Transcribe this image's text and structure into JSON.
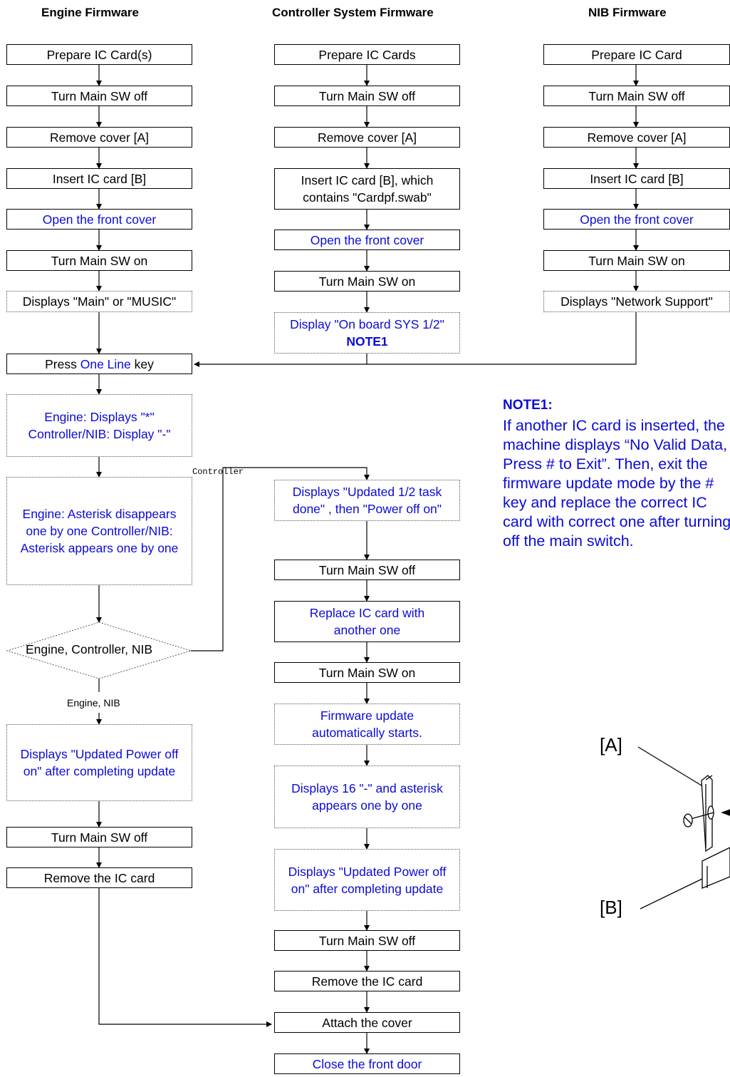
{
  "headers": {
    "engine": "Engine Firmware",
    "controller": "Controller System Firmware",
    "nib": "NIB Firmware"
  },
  "engine_steps": {
    "prepare": "Prepare IC Card(s)",
    "off1": "Turn Main SW off",
    "remove_cover": "Remove cover [A]",
    "insert": "Insert IC card [B]",
    "open_front": "Open the front cover",
    "on1": "Turn Main SW on",
    "displays_main": "Displays \"Main\" or \"MUSIC\""
  },
  "controller_steps": {
    "prepare": "Prepare IC Cards",
    "off1": "Turn Main SW off",
    "remove_cover": "Remove cover [A]",
    "insert": "Insert IC card [B], which contains \"Cardpf.swab\"",
    "open_front": "Open the front cover",
    "on1": "Turn Main SW on",
    "display_onboard": "Display \"On board SYS 1/2\"",
    "note_ref": "NOTE1"
  },
  "nib_steps": {
    "prepare": "Prepare IC Card",
    "off1": "Turn Main SW off",
    "remove_cover": "Remove cover [A]",
    "insert": "Insert IC card [B]",
    "open_front": "Open the front cover",
    "on1": "Turn Main SW on",
    "displays_network": "Displays \"Network Support\""
  },
  "shared_steps": {
    "press_prefix": "Press ",
    "press_key": "One Line",
    "press_suffix": " key",
    "displays_star_line1": "Engine: Displays \"*\"",
    "displays_star_line2": "Controller/NIB: Display \"-\"",
    "asterisk_text": "Engine: Asterisk disappears one by one Controller/NIB: Asterisk appears one by one",
    "decision": "Engine, Controller, NIB",
    "branch_controller": "Controller",
    "branch_engine_nib": "Engine, NIB",
    "updated_power": "Displays \"Updated Power off on\" after completing update",
    "off_final": "Turn Main SW off",
    "remove_card": "Remove the IC card"
  },
  "controller_update_steps": {
    "updated_task": "Displays \"Updated 1/2 task done\" , then \"Power off on\"",
    "off": "Turn Main SW off",
    "replace": "Replace IC card with another one",
    "on": "Turn Main SW on",
    "auto_start": "Firmware update automatically starts.",
    "displays16": "Displays 16 \"-\" and asterisk appears one by one",
    "updated_power": "Displays \"Updated Power off on\" after completing update",
    "off2": "Turn Main SW off",
    "remove_card": "Remove the IC card",
    "attach_cover": "Attach the cover",
    "close_front": "Close the front door"
  },
  "note": {
    "title": "NOTE1:",
    "body": "If another IC card is inserted, the machine displays “No Valid Data, Press # to Exit”. Then, exit the firmware update mode by the # key and replace the correct IC card with correct one after turning off the main switch."
  },
  "callouts": {
    "a": "[A]",
    "b": "[B]"
  },
  "colors": {
    "step_blue": "#0b0bd6",
    "line": "#000000"
  }
}
